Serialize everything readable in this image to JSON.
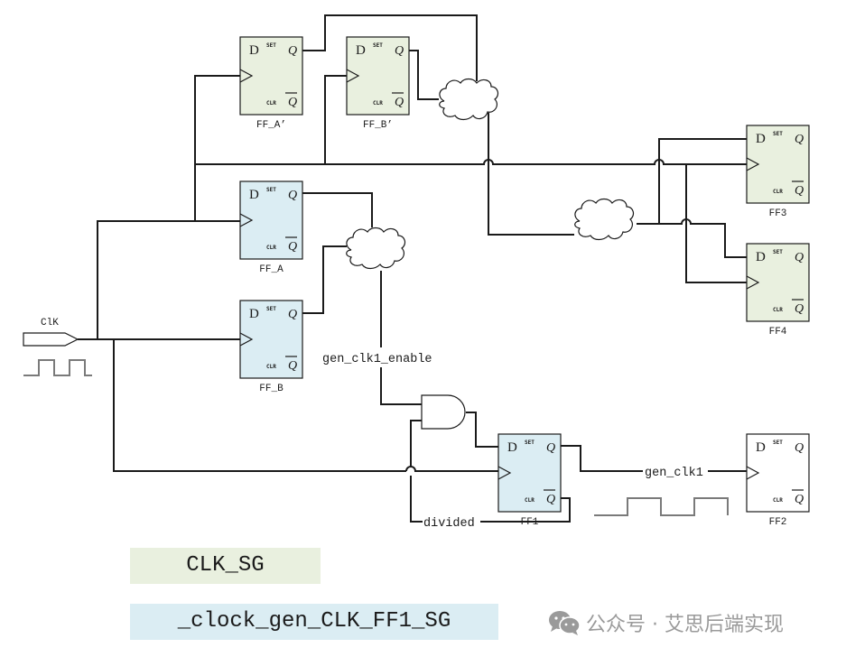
{
  "diagram": {
    "title": "Clock gating / generated clock schematic",
    "colors": {
      "clk_sg_fill": "#e9f0df",
      "clock_gen_ff1_sg_fill": "#dbedf3",
      "plain_fill": "#ffffff",
      "wire": "#1a1a1a",
      "waveform": "#7a7a7a",
      "watermark": "#9a9a9a"
    },
    "flip_flops": [
      {
        "id": "ff_a_prime",
        "name": "FF_A’",
        "group": "clk_sg"
      },
      {
        "id": "ff_b_prime",
        "name": "FF_B’",
        "group": "clk_sg"
      },
      {
        "id": "ff_a",
        "name": "FF_A",
        "group": "clock_gen_ff1_sg"
      },
      {
        "id": "ff_b",
        "name": "FF_B",
        "group": "clock_gen_ff1_sg"
      },
      {
        "id": "ff3",
        "name": "FF3",
        "group": "clk_sg"
      },
      {
        "id": "ff4",
        "name": "FF4",
        "group": "clk_sg"
      },
      {
        "id": "ff1",
        "name": "FF1",
        "group": "clock_gen_ff1_sg"
      },
      {
        "id": "ff2",
        "name": "FF2",
        "group": "none"
      }
    ],
    "pin_labels": {
      "d": "D",
      "set": "SET",
      "clr": "CLR",
      "q": "Q",
      "qbar": "Q"
    },
    "input_port": {
      "name": "ClK"
    },
    "nets": {
      "enable": "gen_clk1_enable",
      "divided": "divided",
      "generated_clock": "gen_clk1"
    },
    "gates": [
      {
        "type": "AND",
        "inputs": [
          "gen_clk1_enable",
          "divided"
        ],
        "output": "FF1.D"
      }
    ],
    "clouds": [
      {
        "id": "cloud-top",
        "description": "combinational logic from FF_A’/FF_B’"
      },
      {
        "id": "cloud-mid",
        "description": "combinational logic from FF_A/FF_B"
      },
      {
        "id": "cloud-right",
        "description": "combinational logic feeding FF3/FF4"
      }
    ]
  },
  "legend": {
    "items": [
      {
        "label": "CLK_SG",
        "color": "#e9f0df"
      },
      {
        "label": "_clock_gen_CLK_FF1_SG",
        "color": "#dbedf3"
      }
    ]
  },
  "watermark": {
    "icon": "wechat-icon",
    "text": "公众号 · 艾思后端实现"
  }
}
